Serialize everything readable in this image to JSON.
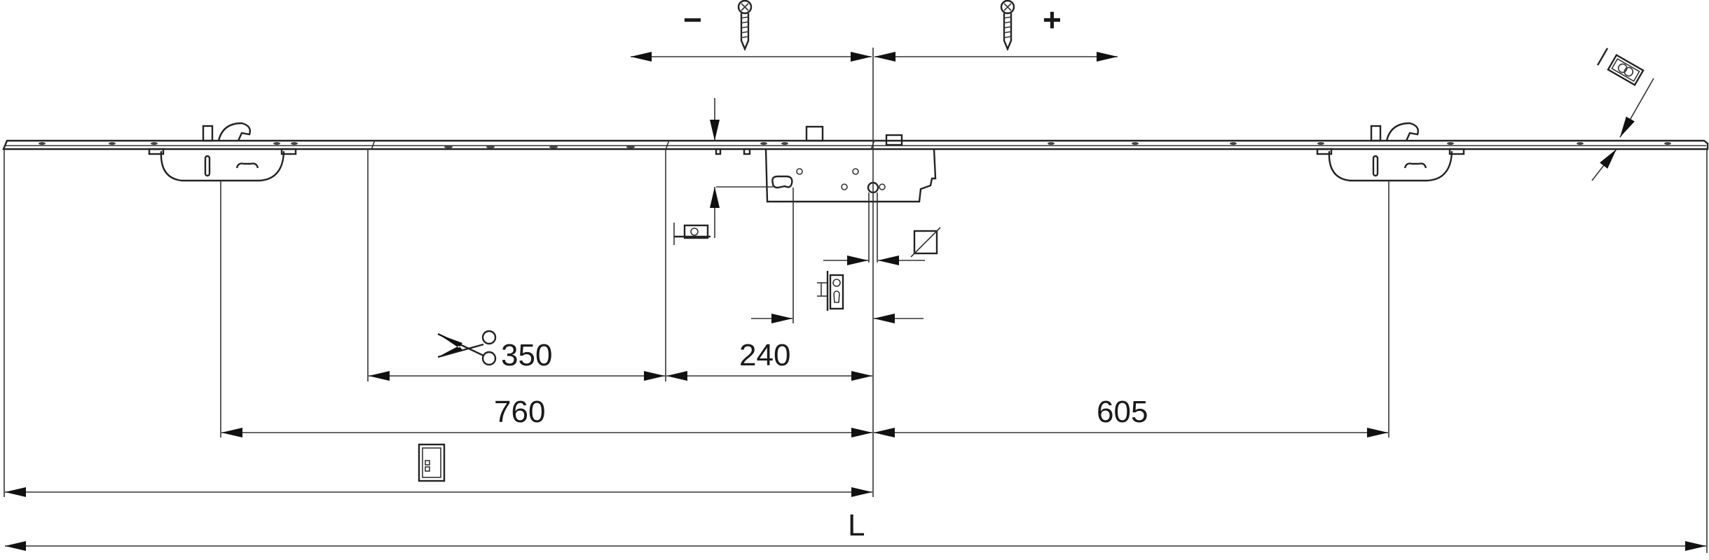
{
  "diagram": {
    "adjust_minus": "−",
    "adjust_plus": "+",
    "dim_cut": "350",
    "dim_240": "240",
    "dim_760": "760",
    "dim_605": "605",
    "dim_total": "L",
    "line_color": "#222222"
  }
}
